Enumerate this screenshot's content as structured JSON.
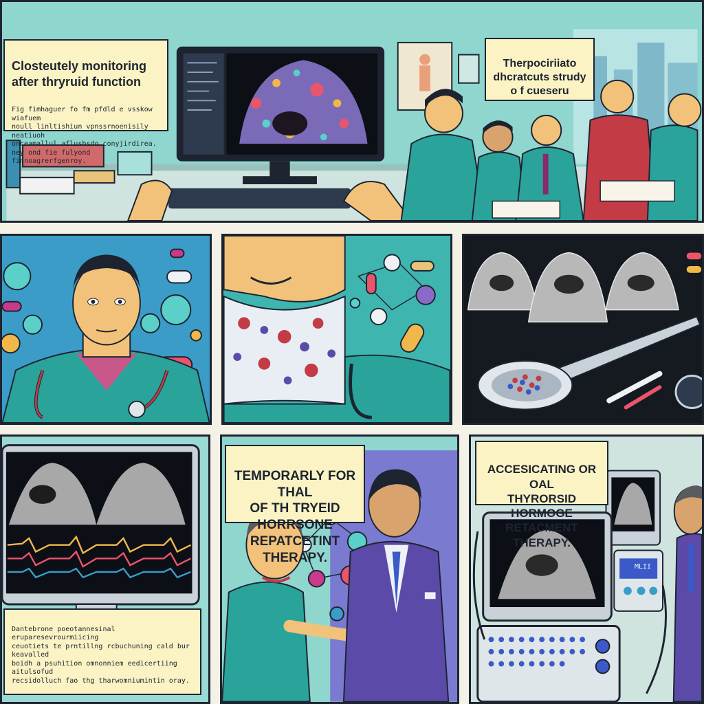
{
  "panels": {
    "top": {
      "caption_left": {
        "title": "Closteutely monitoring\nafter thryruid function",
        "body": "Fig fimhaguer fo fm pfdld e vsskow wiafuem\nnoull linltishiun vpnssrnoenisily neatiuoh\nonceamallul aflusbsdo conyjirdirea.\nney ond fie fulyond finnoagrerfgenroy."
      },
      "caption_right": "Therpociriiato\ndhcratcuts strudy\no f cueseru"
    },
    "bottom_left_caption": "Dantebrone poeotannesinal eruparesevrourmiicing\nceuotiets te prntillng rcbuchuning cald bur keavalled\nboidh a psuhition omnonniem eedicertiing aitulsofud\nrecsidolluch fao thg tharwomniumintin oray.",
    "bottom_middle_caption": "TEMPORARLY FOR THAL\nOF TH TRYEID HORRSONE\nREPATCETINT THERAPY.",
    "bottom_right_caption": "ACCESICATING OR OAL\nTHYRORSID HORMOGE\nRETACMENT THERAPY.",
    "device_label": "MLII"
  },
  "colors": {
    "teal": "#3fb5b0",
    "scrubs": "#2aa39b",
    "navy": "#1d2430",
    "yellow": "#fbf3c4",
    "purple": "#5b4aa8"
  }
}
